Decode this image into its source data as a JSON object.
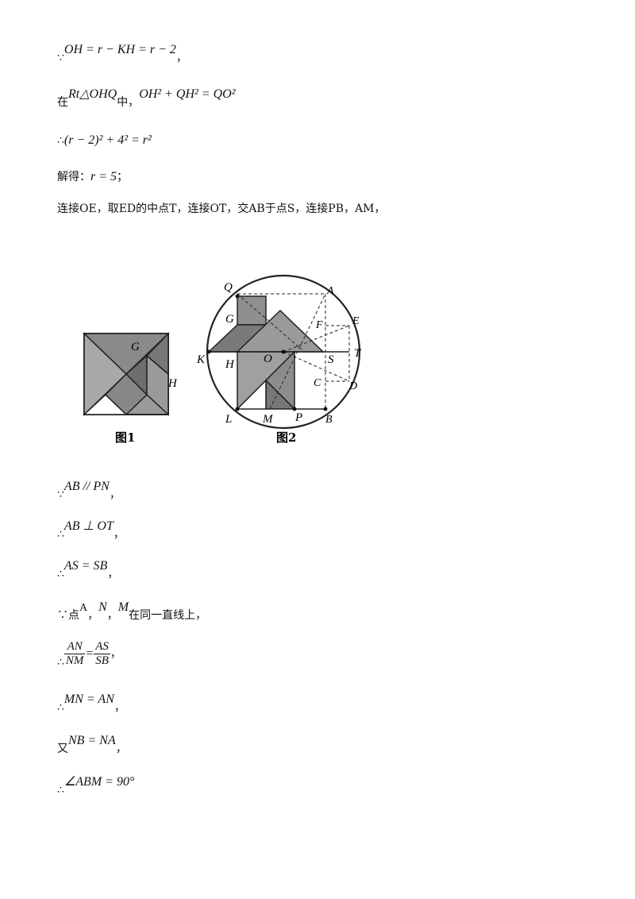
{
  "steps": [
    {
      "prefix": "∵",
      "math": "OH = r − KH = r − 2",
      "suffix": "，"
    },
    {
      "prefix": "在",
      "math_a": "Rt△OHQ",
      "mid": "中，",
      "math_b": "OH² + QH² = QO²"
    },
    {
      "prefix": "∴",
      "math": "(r − 2)² + 4² = r²"
    },
    {
      "prefix": "解得：",
      "math": "r = 5",
      "suffix": "；"
    },
    {
      "text": "连接OE，取ED的中点T，连接OT，交AB于点S，连接PB，AM，"
    }
  ],
  "figure": {
    "fig1": {
      "caption": "图1",
      "labels": {
        "G": "G",
        "H": "H"
      }
    },
    "fig2": {
      "caption": "图2",
      "labels": {
        "Q": "Q",
        "G": "G",
        "A": "A",
        "E": "E",
        "F": "F",
        "K": "K",
        "H": "H",
        "O": "O",
        "S": "S",
        "T": "T",
        "C": "C",
        "D": "D",
        "L": "L",
        "M": "M",
        "P": "P",
        "B": "B"
      }
    }
  },
  "proof": [
    {
      "prefix": "∵",
      "math": "AB // PN",
      "suffix": "，"
    },
    {
      "prefix": "∴",
      "math": "AB ⊥ OT",
      "suffix": "，"
    },
    {
      "prefix": "∴",
      "math": "AS = SB",
      "suffix": "，"
    },
    {
      "prefix": "∵点",
      "p1": "A",
      "s1": "，",
      "p2": "N",
      "s2": "，",
      "p3": "M",
      "suffix": "在同一直线上，"
    },
    {
      "prefix": "∴",
      "num": "AN",
      "den": "NM",
      "eq": "=",
      "num2": "AS",
      "den2": "SB",
      "suffix": "，"
    },
    {
      "prefix": "∴",
      "math": "MN = AN",
      "suffix": "，"
    },
    {
      "prefix": "又",
      "math": "NB = NA",
      "suffix": "，"
    },
    {
      "prefix": "∴",
      "math": "∠ABM = 90°"
    }
  ]
}
